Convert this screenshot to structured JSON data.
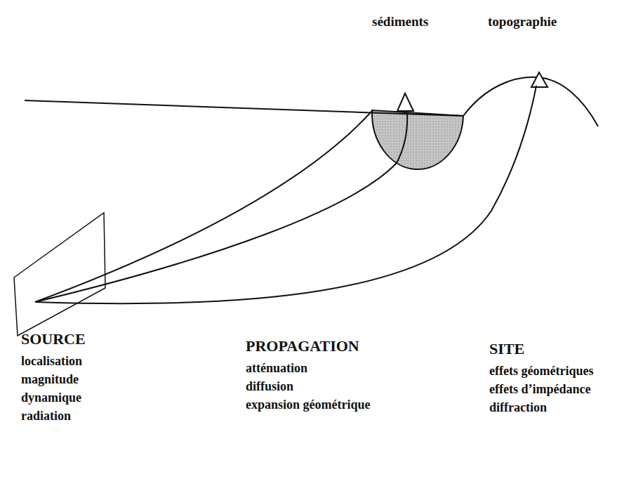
{
  "diagram": {
    "labels": [
      "sédiments",
      "topographie",
      "SOURCE",
      "localisation",
      "magnitude",
      "dynamique",
      "radiation",
      "PROPAGATION",
      "atténuation",
      "diffusion",
      "expansion géométrique",
      "SITE",
      "effets géométriques",
      "effets d’impédance",
      "diffraction"
    ]
  }
}
